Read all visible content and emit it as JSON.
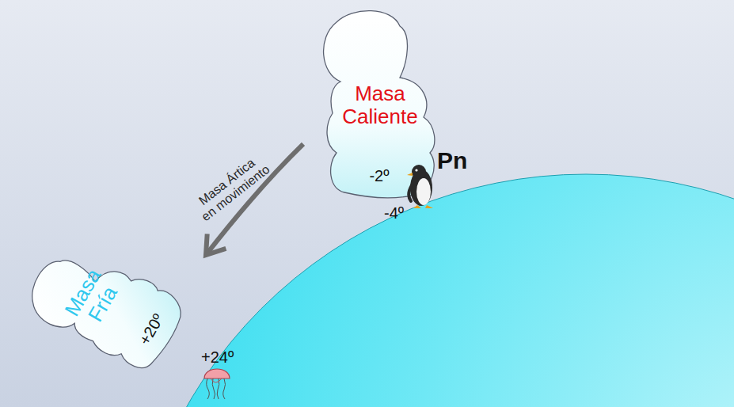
{
  "diagram": {
    "nodes": [
      {
        "text": [
          "Masa Caliente",
          "-2º"
        ]
      },
      {
        "text": [
          "Masa Fría",
          "+20º"
        ]
      }
    ],
    "edges": [
      {
        "from": 0,
        "to": 1,
        "arrow": "to",
        "label": "Masa Ártica en movimiento"
      }
    ],
    "labels": [
      "Pn",
      "-4º",
      "+24º"
    ]
  }
}
